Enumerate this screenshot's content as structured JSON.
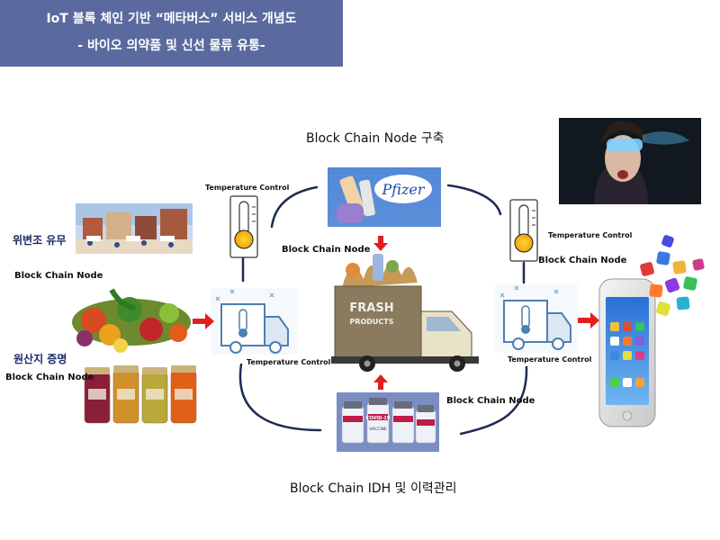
{
  "header": {
    "title_line1": "IoT 블록 체인 기반 “메타버스” 서비스 개념도",
    "title_line2": "- 바이오 의약품 및 신선 물류 유통-"
  },
  "labels": {
    "top_center": "Block Chain Node 구축",
    "bottom_center": "Block Chain IDH 및 이력관리",
    "node": "Block Chain Node",
    "temp_control": "Temperature Control",
    "freshness": "위변조 유무",
    "origin": "원산지 증명"
  },
  "images": {
    "pfizer_logo": "Pfizer",
    "fresh_truck_text": "FRASH",
    "fresh_truck_sub": "PRODUCTS",
    "vaccine_text": "COVID-19",
    "vaccine_sub": "VACCINE"
  },
  "colors": {
    "title_bg": "#5a6a9e",
    "arrow_red": "#e02020",
    "cycle_line": "#1f2a55",
    "korean_label": "#1b2a66"
  }
}
